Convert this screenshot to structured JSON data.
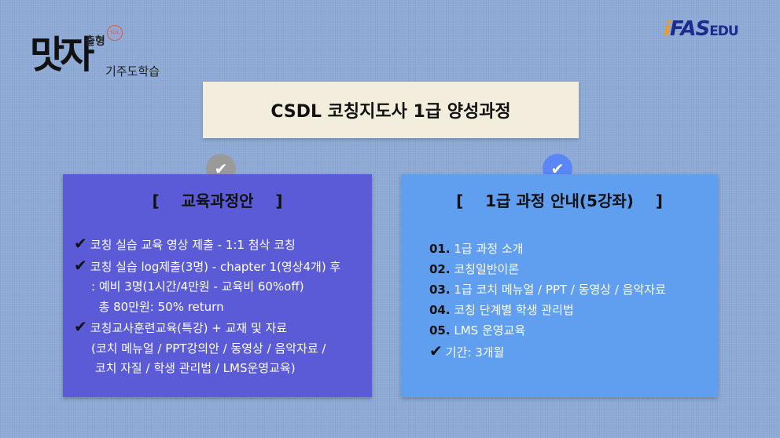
{
  "logo": {
    "main": "맛자",
    "top": "출형",
    "sub": "기주도학습",
    "stamp": "SDL"
  },
  "brand": {
    "prefix": "i",
    "name": "FAS",
    "suffix": "EDU"
  },
  "title": "CSDL 코칭지도사 1급 양성과정",
  "left": {
    "heading": "[    교육과정안    ]",
    "lines": [
      {
        "check": true,
        "text": "코칭 실습 교육 영상 제출 - 1:1 첨삭 코칭"
      },
      {
        "check": true,
        "text": "코칭 실습 log제출(3명) - chapter 1(영상4개) 후"
      },
      {
        "check": false,
        "text": ": 예비 3명(1시간/4만원 - 교육비 60%off)"
      },
      {
        "check": false,
        "text": "  총 80만원: 50% return"
      },
      {
        "check": true,
        "text": "코칭교사훈련교육(특강) + 교재 및 자료"
      },
      {
        "check": false,
        "text": "(코치 메뉴얼 / PPT강의안 / 동영상 / 음악자료 /"
      },
      {
        "check": false,
        "text": " 코치 자질 / 학생 관리법 / LMS운영교육)"
      }
    ]
  },
  "right": {
    "heading": "[    1급 과정 안내(5강좌)    ]",
    "items": [
      {
        "num": "01.",
        "text": "1급 과정 소개"
      },
      {
        "num": "02.",
        "text": "코칭일반이론"
      },
      {
        "num": "03.",
        "text": "1급 코치 메뉴얼 / PPT / 동영상 / 음악자료"
      },
      {
        "num": "04.",
        "text": "코칭 단계별 학생 관리법"
      },
      {
        "num": "05.",
        "text": "LMS 운영교육"
      }
    ],
    "period": "기간: 3개월"
  },
  "colors": {
    "left_box": "#5b5bd8",
    "right_box": "#609ff0",
    "left_check": "#9a9a9a",
    "right_check": "#5b86f5"
  }
}
